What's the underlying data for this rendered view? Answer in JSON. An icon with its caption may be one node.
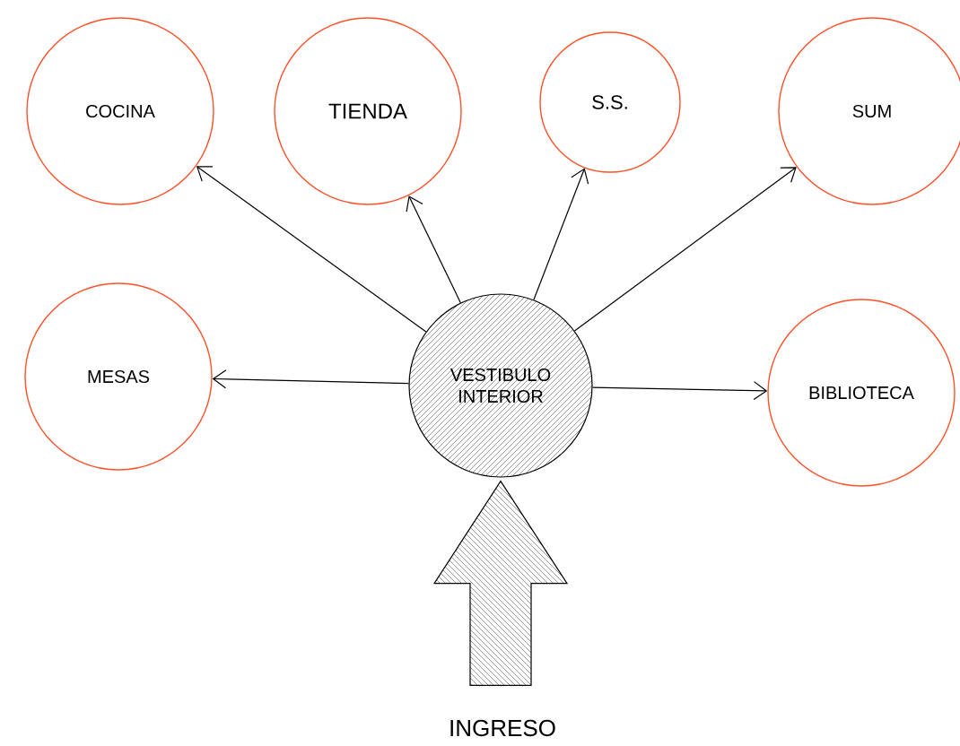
{
  "diagram": {
    "nodes": [
      {
        "text": [
          "COCINA"
        ]
      },
      {
        "text": [
          "TIENDA"
        ]
      },
      {
        "text": [
          "S.S."
        ]
      },
      {
        "text": [
          "SUM"
        ]
      },
      {
        "text": [
          "MESAS"
        ]
      },
      {
        "text": [
          "VESTIBULO INTERIOR"
        ]
      },
      {
        "text": [
          "BIBLIOTECA"
        ]
      },
      {
        "text": [
          "INGRESO"
        ]
      }
    ],
    "edges": [
      {
        "from": 5,
        "to": 0,
        "arrow": "to"
      },
      {
        "from": 5,
        "to": 1,
        "arrow": "to"
      },
      {
        "from": 5,
        "to": 2,
        "arrow": "to"
      },
      {
        "from": 5,
        "to": 3,
        "arrow": "to"
      },
      {
        "from": 5,
        "to": 4,
        "arrow": "to"
      },
      {
        "from": 5,
        "to": 6,
        "arrow": "to"
      },
      {
        "from": 7,
        "to": 5,
        "arrow": "to",
        "style": "thick"
      }
    ]
  }
}
